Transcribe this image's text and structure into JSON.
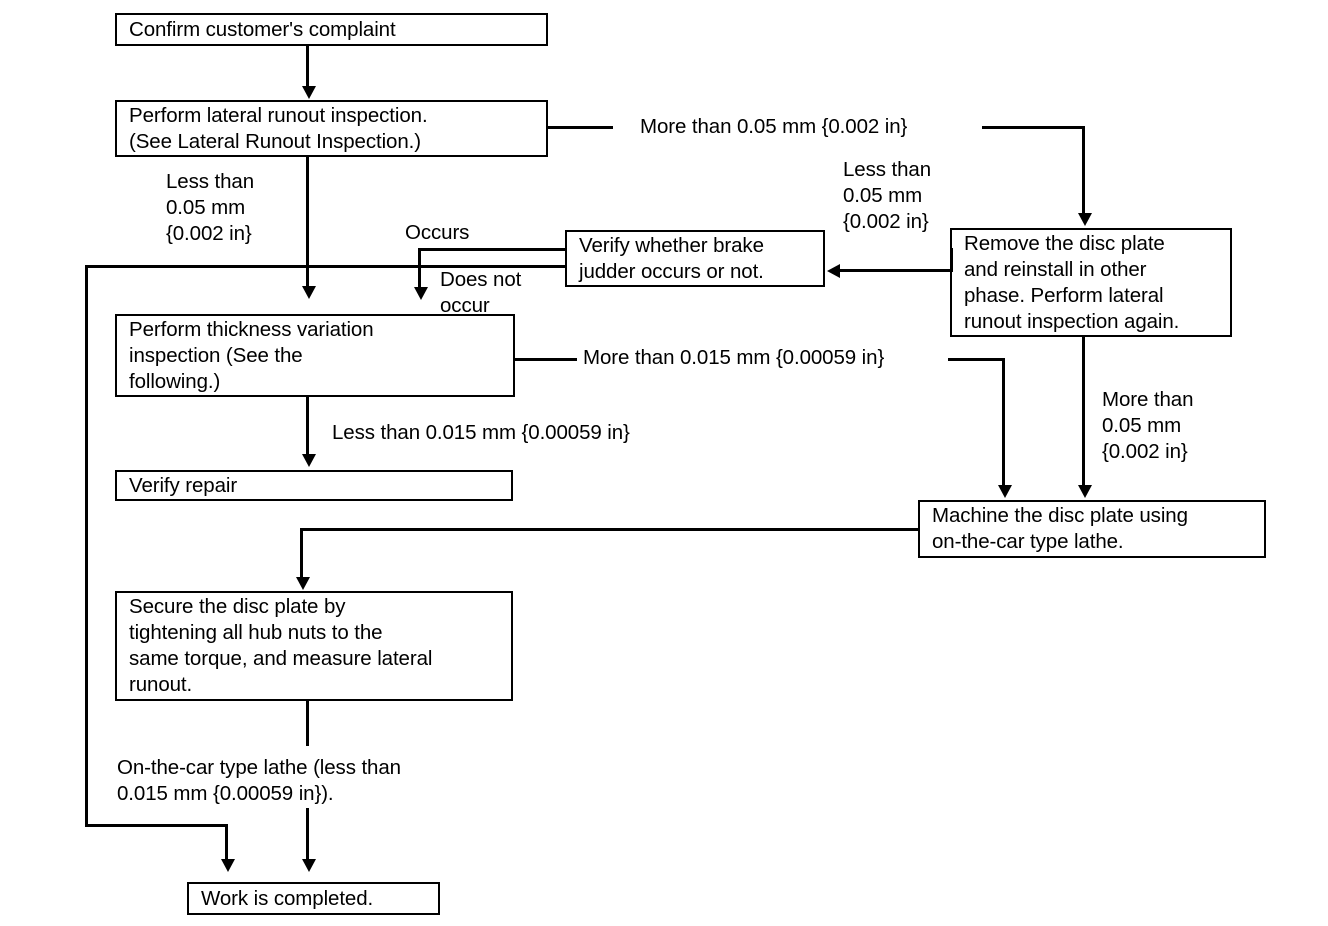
{
  "diagram": {
    "title": "Brake disc lateral runout / thickness variation troubleshooting flowchart",
    "nodes": {
      "confirm": "Confirm customer's complaint",
      "lateral_runout": "Perform lateral runout inspection.\n(See Lateral Runout Inspection.)",
      "verify_judder": "Verify whether brake\njudder occurs or not.",
      "remove_disc": "Remove the disc plate\nand reinstall in other\nphase. Perform lateral\nrunout inspection again.",
      "thickness": "Perform thickness variation\ninspection (See the\nfollowing.)",
      "verify_repair": "Verify repair",
      "machine": "Machine the disc plate using\non-the-car type lathe.",
      "secure": "Secure the disc plate by\ntightening all hub nuts to the\nsame torque, and measure lateral\nrunout.",
      "completed": "Work is completed."
    },
    "edge_labels": {
      "more_than_005_top": "More than 0.05 mm {0.002 in}",
      "less_than_005_right": "Less than\n0.05 mm\n{0.002 in}",
      "less_than_005_left": "Less than\n0.05 mm\n{0.002 in}",
      "occurs": "Occurs",
      "does_not_occur": "Does not\noccur",
      "more_than_0015": "More than 0.015 mm {0.00059 in}",
      "less_than_0015": "Less than 0.015 mm {0.00059 in}",
      "more_than_005_right": "More than\n0.05 mm\n{0.002 in}",
      "lathe_note": "On-the-car type lathe (less than\n0.015 mm {0.00059 in})."
    },
    "colors": {
      "ink": "#000000",
      "paper": "#ffffff"
    }
  }
}
